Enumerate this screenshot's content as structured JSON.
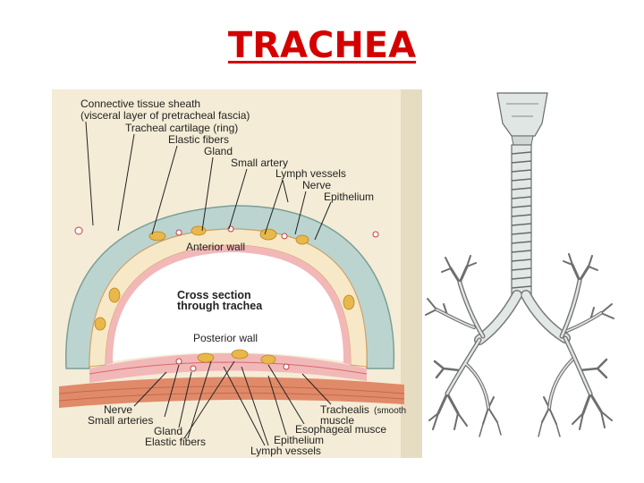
{
  "title": "TRACHEA",
  "cross_section": {
    "center_label_line1": "Cross section",
    "center_label_line2": "through trachea",
    "anterior_wall": "Anterior wall",
    "posterior_wall": "Posterior wall",
    "top_labels": {
      "connective_tissue_sheath": "Connective tissue sheath",
      "visceral_layer": "(visceral layer of pretracheal fascia)",
      "tracheal_cartilage": "Tracheal cartilage (ring)",
      "elastic_fibers": "Elastic fibers",
      "gland": "Gland",
      "small_artery": "Small artery",
      "lymph_vessels": "Lymph vessels",
      "nerve": "Nerve",
      "epithelium": "Epithelium"
    },
    "bottom_labels": {
      "nerve": "Nerve",
      "small_arteries": "Small arteries",
      "gland": "Gland",
      "elastic_fibers": "Elastic fibers",
      "trachealis_line1": "Trachealis",
      "trachealis_smooth": "(smooth",
      "trachealis_line2": "muscle",
      "esophageal_muscle": "Esophageal musce",
      "epithelium": "Epithelium",
      "lymph_vessels": "Lymph vessels"
    }
  },
  "colors": {
    "title": "#d40000",
    "cartilage": "#bcd4cf",
    "mucosa": "#f2b8b8",
    "gland": "#e8b84a",
    "muscle": "#e08a6a",
    "page_bg": "#f4ecd6"
  }
}
